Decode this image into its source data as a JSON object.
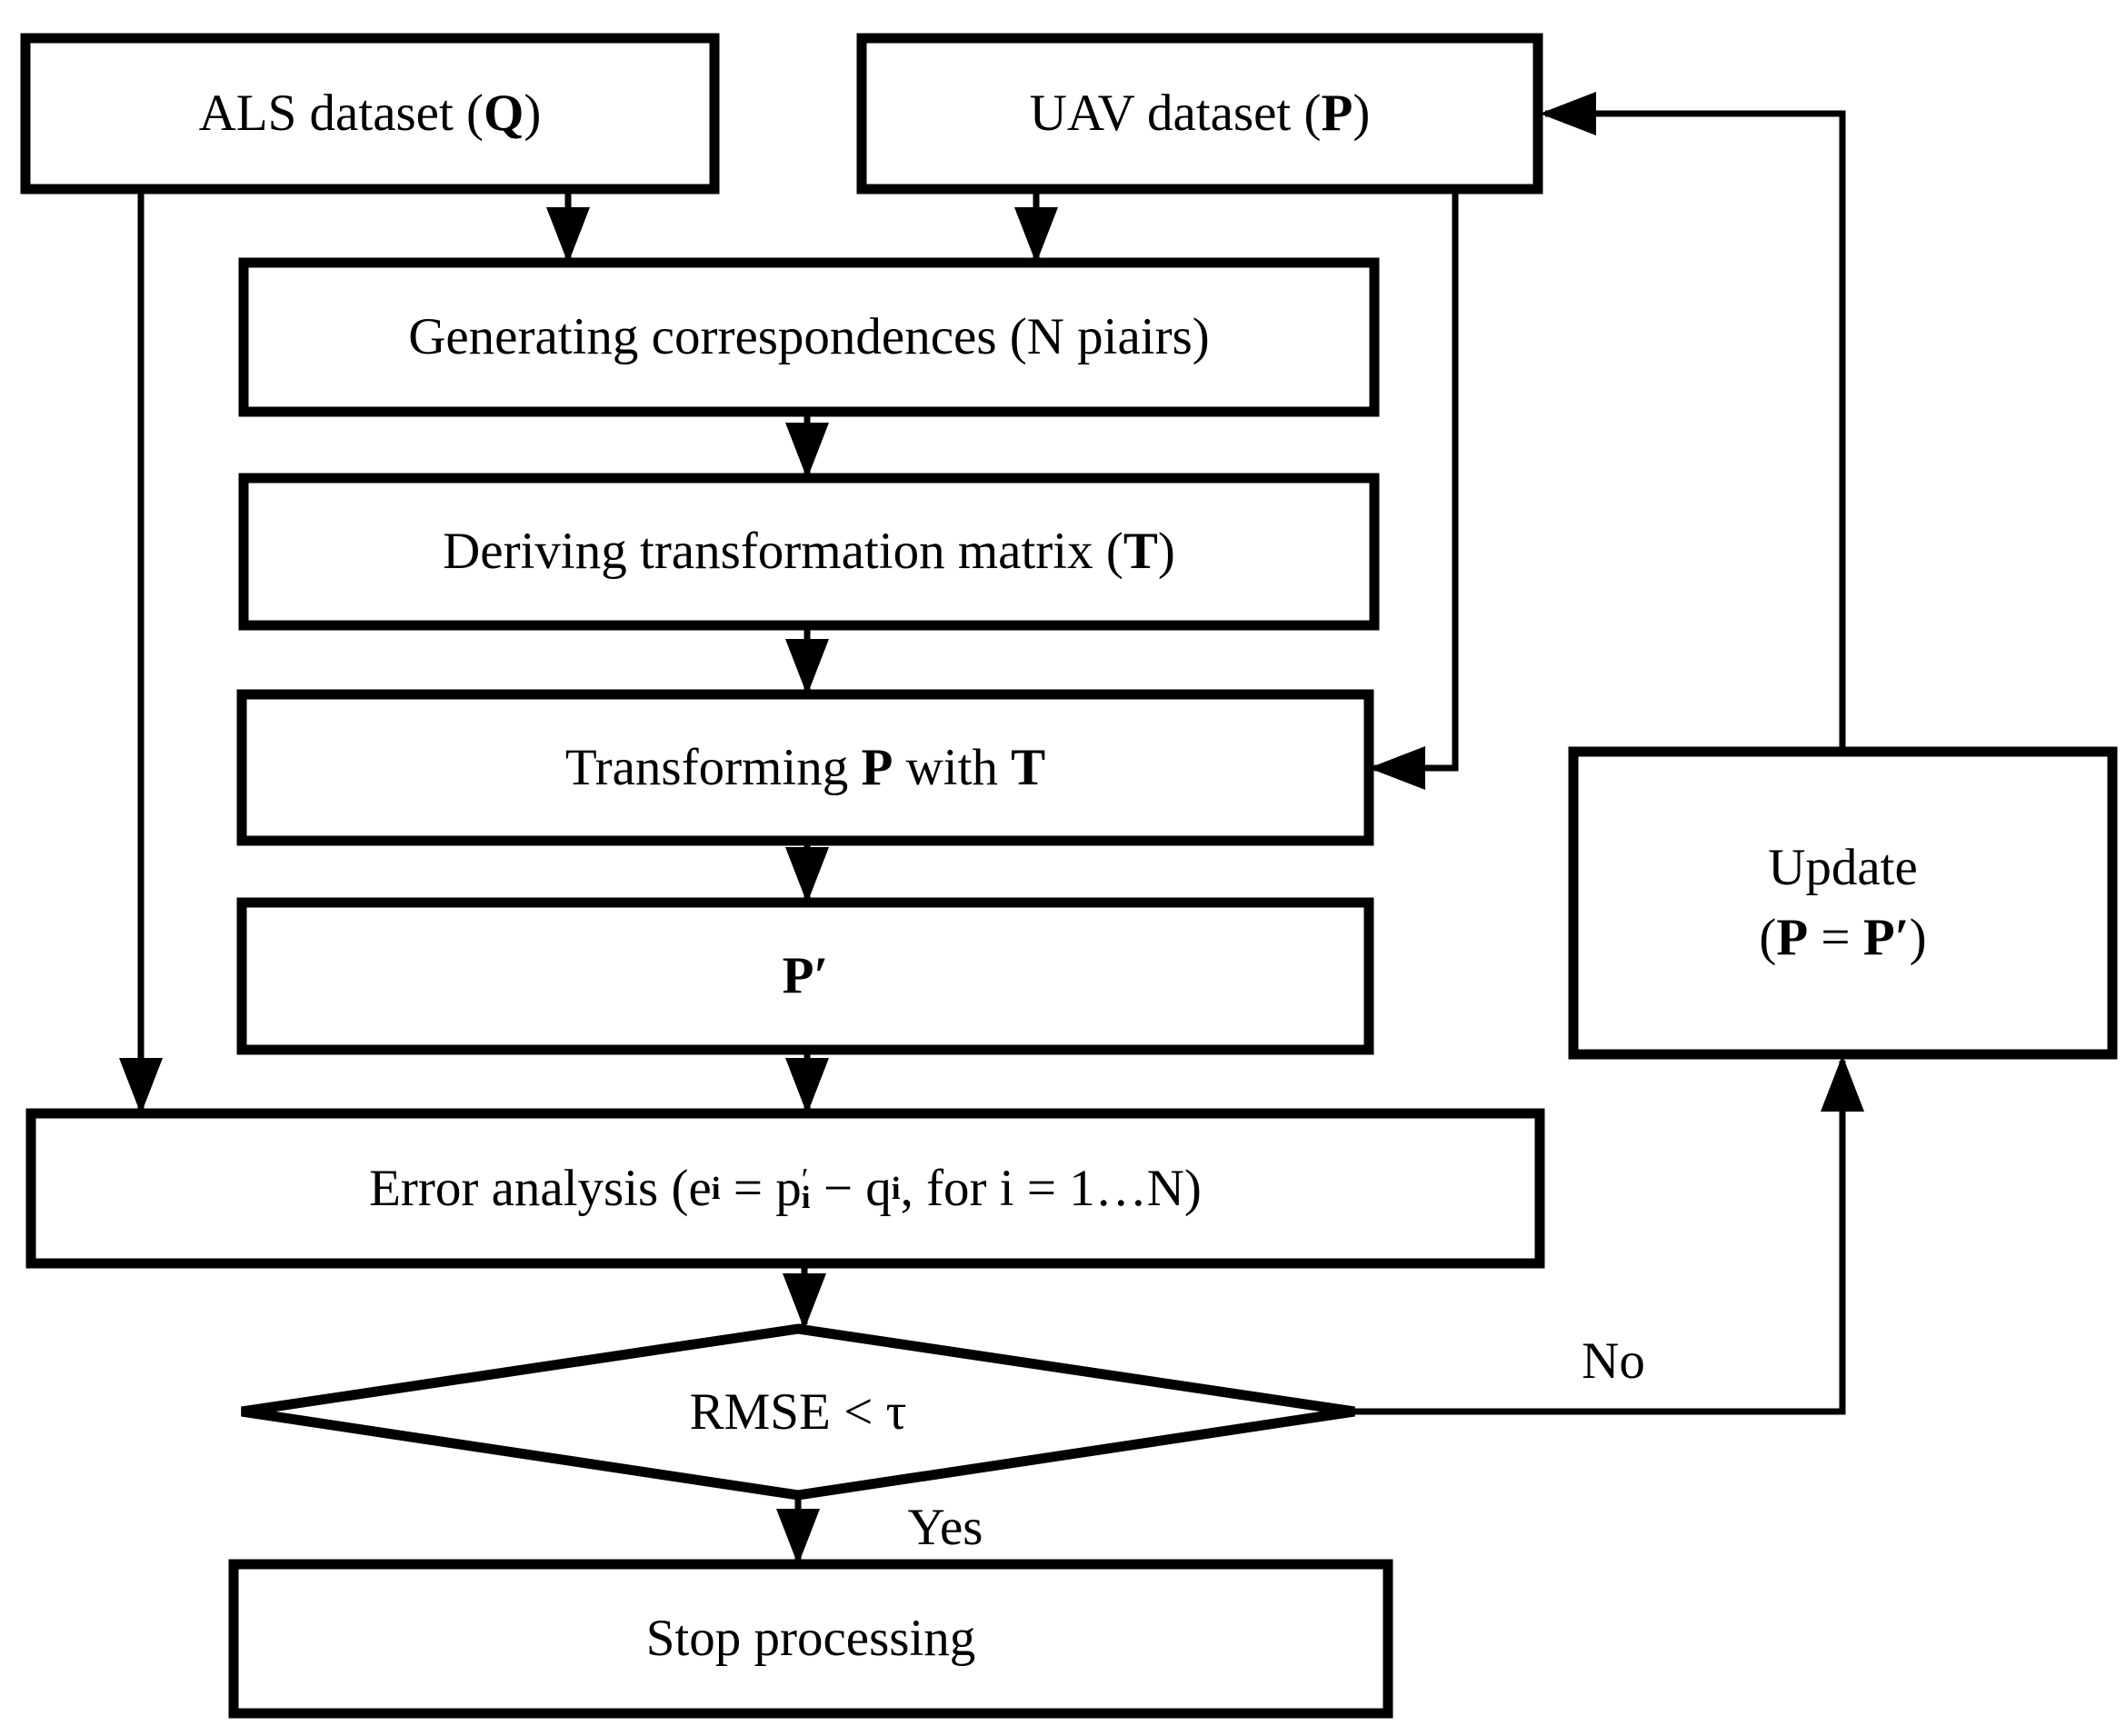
{
  "colors": {
    "line": "#000000",
    "node_fill": "#ffffff",
    "background": "#ffffff",
    "text": "#000000"
  },
  "nodes": {
    "als": {
      "pre": "ALS dataset (",
      "bold": "Q",
      "post": ")"
    },
    "uav": {
      "pre": "UAV dataset (",
      "bold": "P",
      "post": ")"
    },
    "generating": {
      "label": "Generating correspondences (N piairs)"
    },
    "deriving": {
      "pre": "Deriving transformation matrix (",
      "bold": "T",
      "post": ")"
    },
    "transforming": {
      "pre": "Transforming ",
      "bold1": "P",
      "mid": " with ",
      "bold2": "T"
    },
    "pprime": {
      "label": "P′"
    },
    "error": {
      "s0": "Error analysis (e",
      "sub0": "i",
      "s1": " = p",
      "prime": "′",
      "sub1": "i",
      "s2": " − q",
      "sub2": "i",
      "s3": ", for i = 1…N)"
    },
    "rmse": {
      "label": "RMSE < τ"
    },
    "stop": {
      "label": "Stop processing"
    },
    "update": {
      "line1": "Update",
      "l2a": "(",
      "l2b": "P",
      "l2c": " = ",
      "l2d": "P′",
      "l2e": ")"
    }
  },
  "edge_labels": {
    "yes": "Yes",
    "no": "No"
  }
}
